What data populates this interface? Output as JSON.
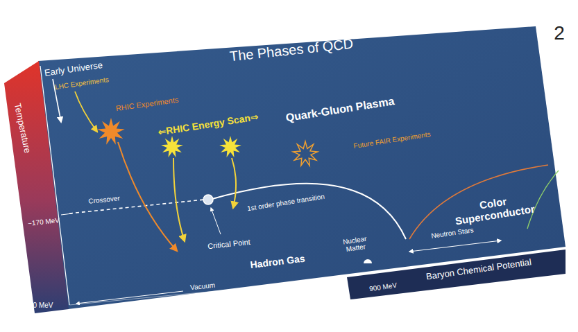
{
  "diagram": {
    "title": "The Phases of QCD",
    "labels": [
      "2",
      "Early Universe",
      "LHC Experiments",
      "RHIC Experiments",
      "⇐RHIC Energy Scan⇒",
      "Quark-Gluon Plasma",
      "Future FAIR Experiments",
      "Temperature",
      "Crossover",
      "~170 MeV",
      "1st order phase transition",
      "Critical Point",
      "Hadron Gas",
      "Color Superconductor",
      "Nuclear Matter",
      "Neutron Stars",
      "Vacuum",
      "900 MeV",
      "Baryon Chemical Potential",
      "0 MeV",
      "0 MeV"
    ]
  }
}
